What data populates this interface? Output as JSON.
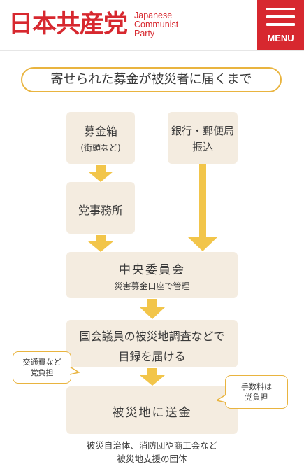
{
  "header": {
    "logo_jp": "日本共産党",
    "logo_en": [
      "Japanese",
      "Communist",
      "Party"
    ],
    "menu_label": "MENU"
  },
  "title": "寄せられた募金が被災者に届くまで",
  "flow": {
    "street_box": {
      "main": "募金箱",
      "sub": "(街頭など)"
    },
    "bank_box": {
      "line1": "銀行・郵便局",
      "line2": "振込"
    },
    "office_box": {
      "main": "党事務所"
    },
    "central_box": {
      "main": "中央委員会",
      "sub": "災害募金口座で管理"
    },
    "survey_box": {
      "line1": "国会議員の被災地調査などで",
      "line2": "目録を届ける"
    },
    "deliver_box": {
      "main": "被災地に送金"
    }
  },
  "notes": {
    "transport": {
      "line1": "交通費など",
      "line2": "党負担"
    },
    "fee": {
      "line1": "手数料は",
      "line2": "党負担"
    }
  },
  "recipients": {
    "line1": "被災自治体、消防団や商工会など",
    "line2": "被災地支援の団体"
  },
  "colors": {
    "brand_red": "#d7282f",
    "arrow_yellow": "#f2c54a",
    "box_beige": "#f4ece0",
    "border_gold": "#e9b43f"
  },
  "icons": [
    "hamburger-menu-icon",
    "down-arrow-icon",
    "speech-bubble-tail-icon"
  ]
}
